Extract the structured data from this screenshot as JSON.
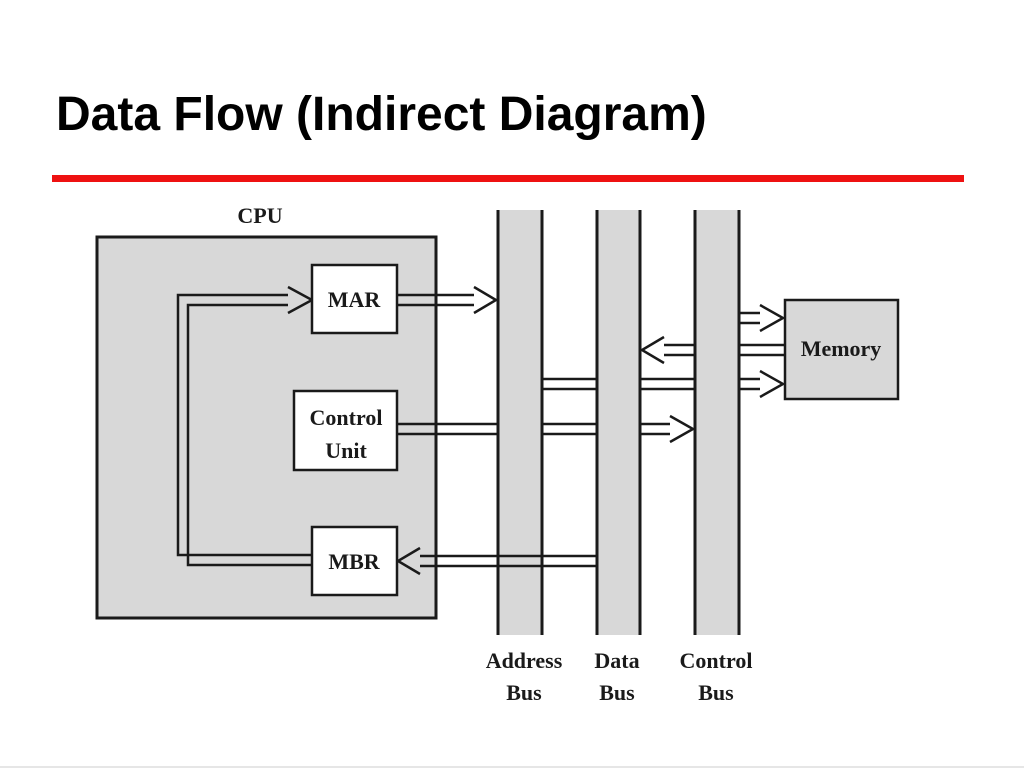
{
  "title": "Data Flow (Indirect Diagram)",
  "colors": {
    "accent_rule": "#ee1111",
    "box_fill": "#d8d8d8",
    "line": "#1a1a1a"
  },
  "diagram": {
    "cpu_label": "CPU",
    "components": {
      "mar": "MAR",
      "control_unit_line1": "Control",
      "control_unit_line2": "Unit",
      "mbr": "MBR",
      "memory": "Memory"
    },
    "buses": [
      {
        "line1": "Address",
        "line2": "Bus"
      },
      {
        "line1": "Data",
        "line2": "Bus"
      },
      {
        "line1": "Control",
        "line2": "Bus"
      }
    ]
  }
}
